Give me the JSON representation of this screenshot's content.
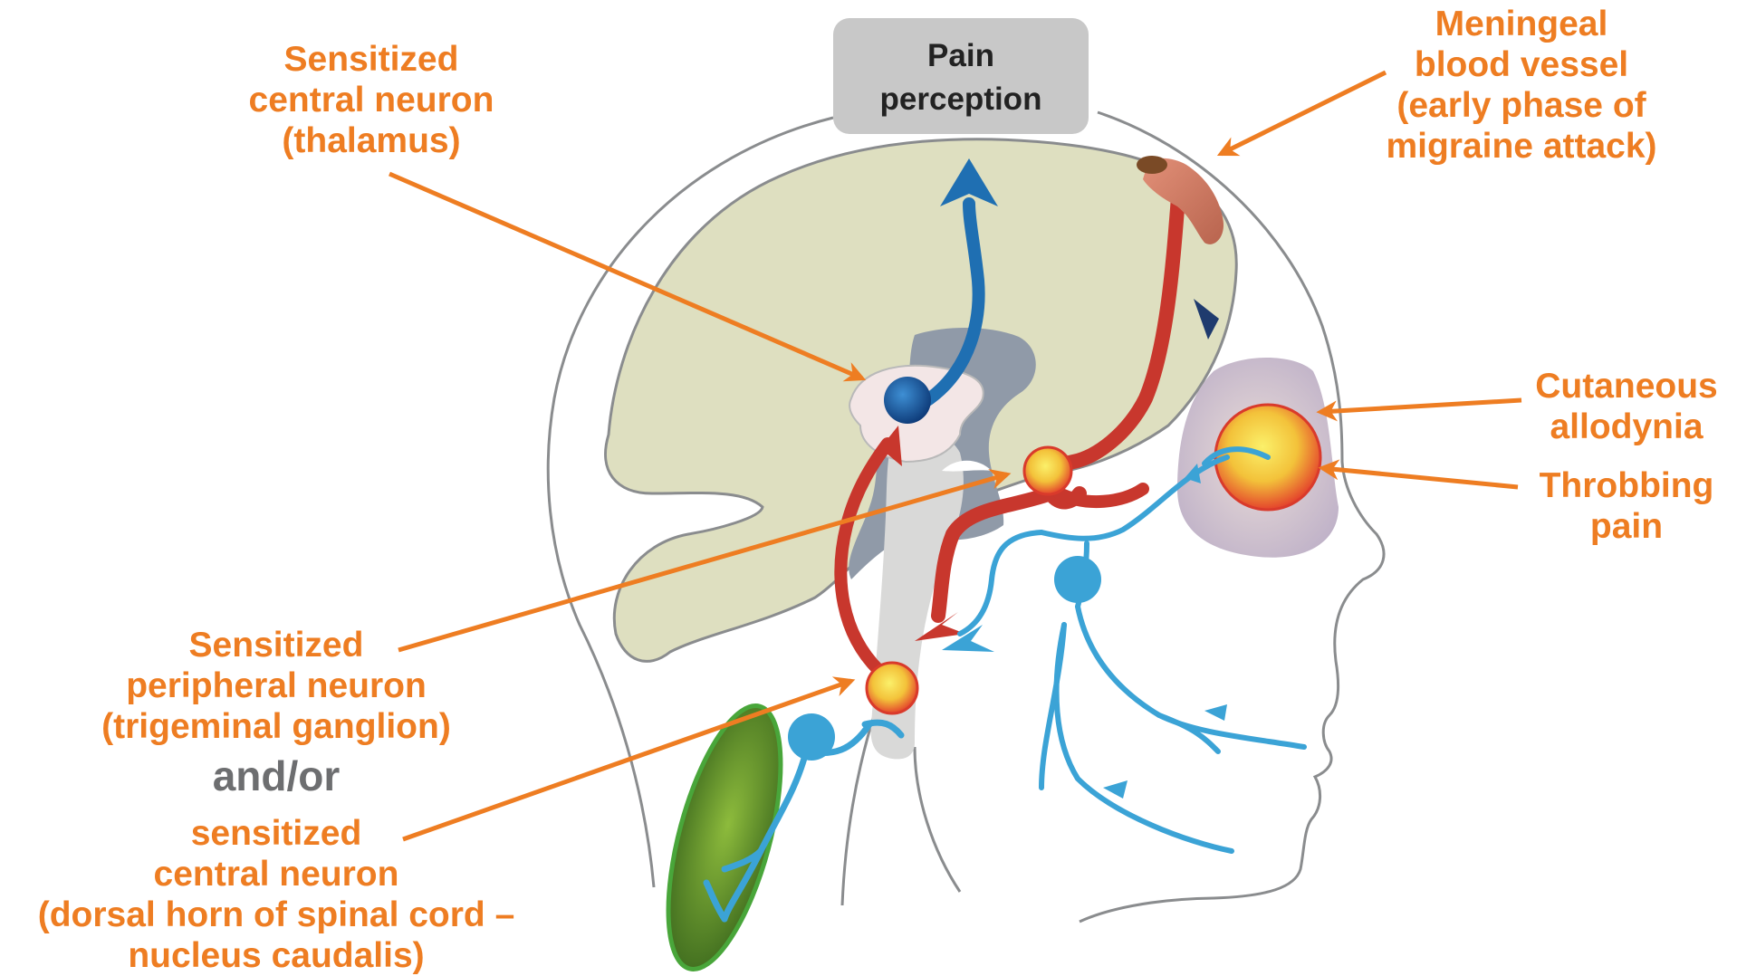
{
  "labels": {
    "pain_perception": [
      "Pain",
      "perception"
    ],
    "thalamus": [
      "Sensitized",
      "central neuron",
      "(thalamus)"
    ],
    "meningeal": [
      "Meningeal",
      "blood vessel",
      "(early phase of",
      "migraine attack)"
    ],
    "allodynia": [
      "Cutaneous",
      "allodynia"
    ],
    "throbbing": [
      "Throbbing",
      "pain"
    ],
    "peripheral": [
      "Sensitized",
      "peripheral neuron",
      "(trigeminal ganglion)"
    ],
    "and_or": "and/or",
    "dorsal": [
      "sensitized",
      "central neuron",
      "(dorsal horn of spinal cord –",
      "nucleus caudalis)"
    ]
  },
  "colors": {
    "label_orange": "#ee7d22",
    "head_outline": "#8a8c8e",
    "brain_fill": "#dedfc0",
    "pathway_red": "#c8372d",
    "nerve_blue": "#3ba3d6",
    "ascending_blue": "#1f6fb2",
    "brainstem_gray": "#909aa8"
  }
}
